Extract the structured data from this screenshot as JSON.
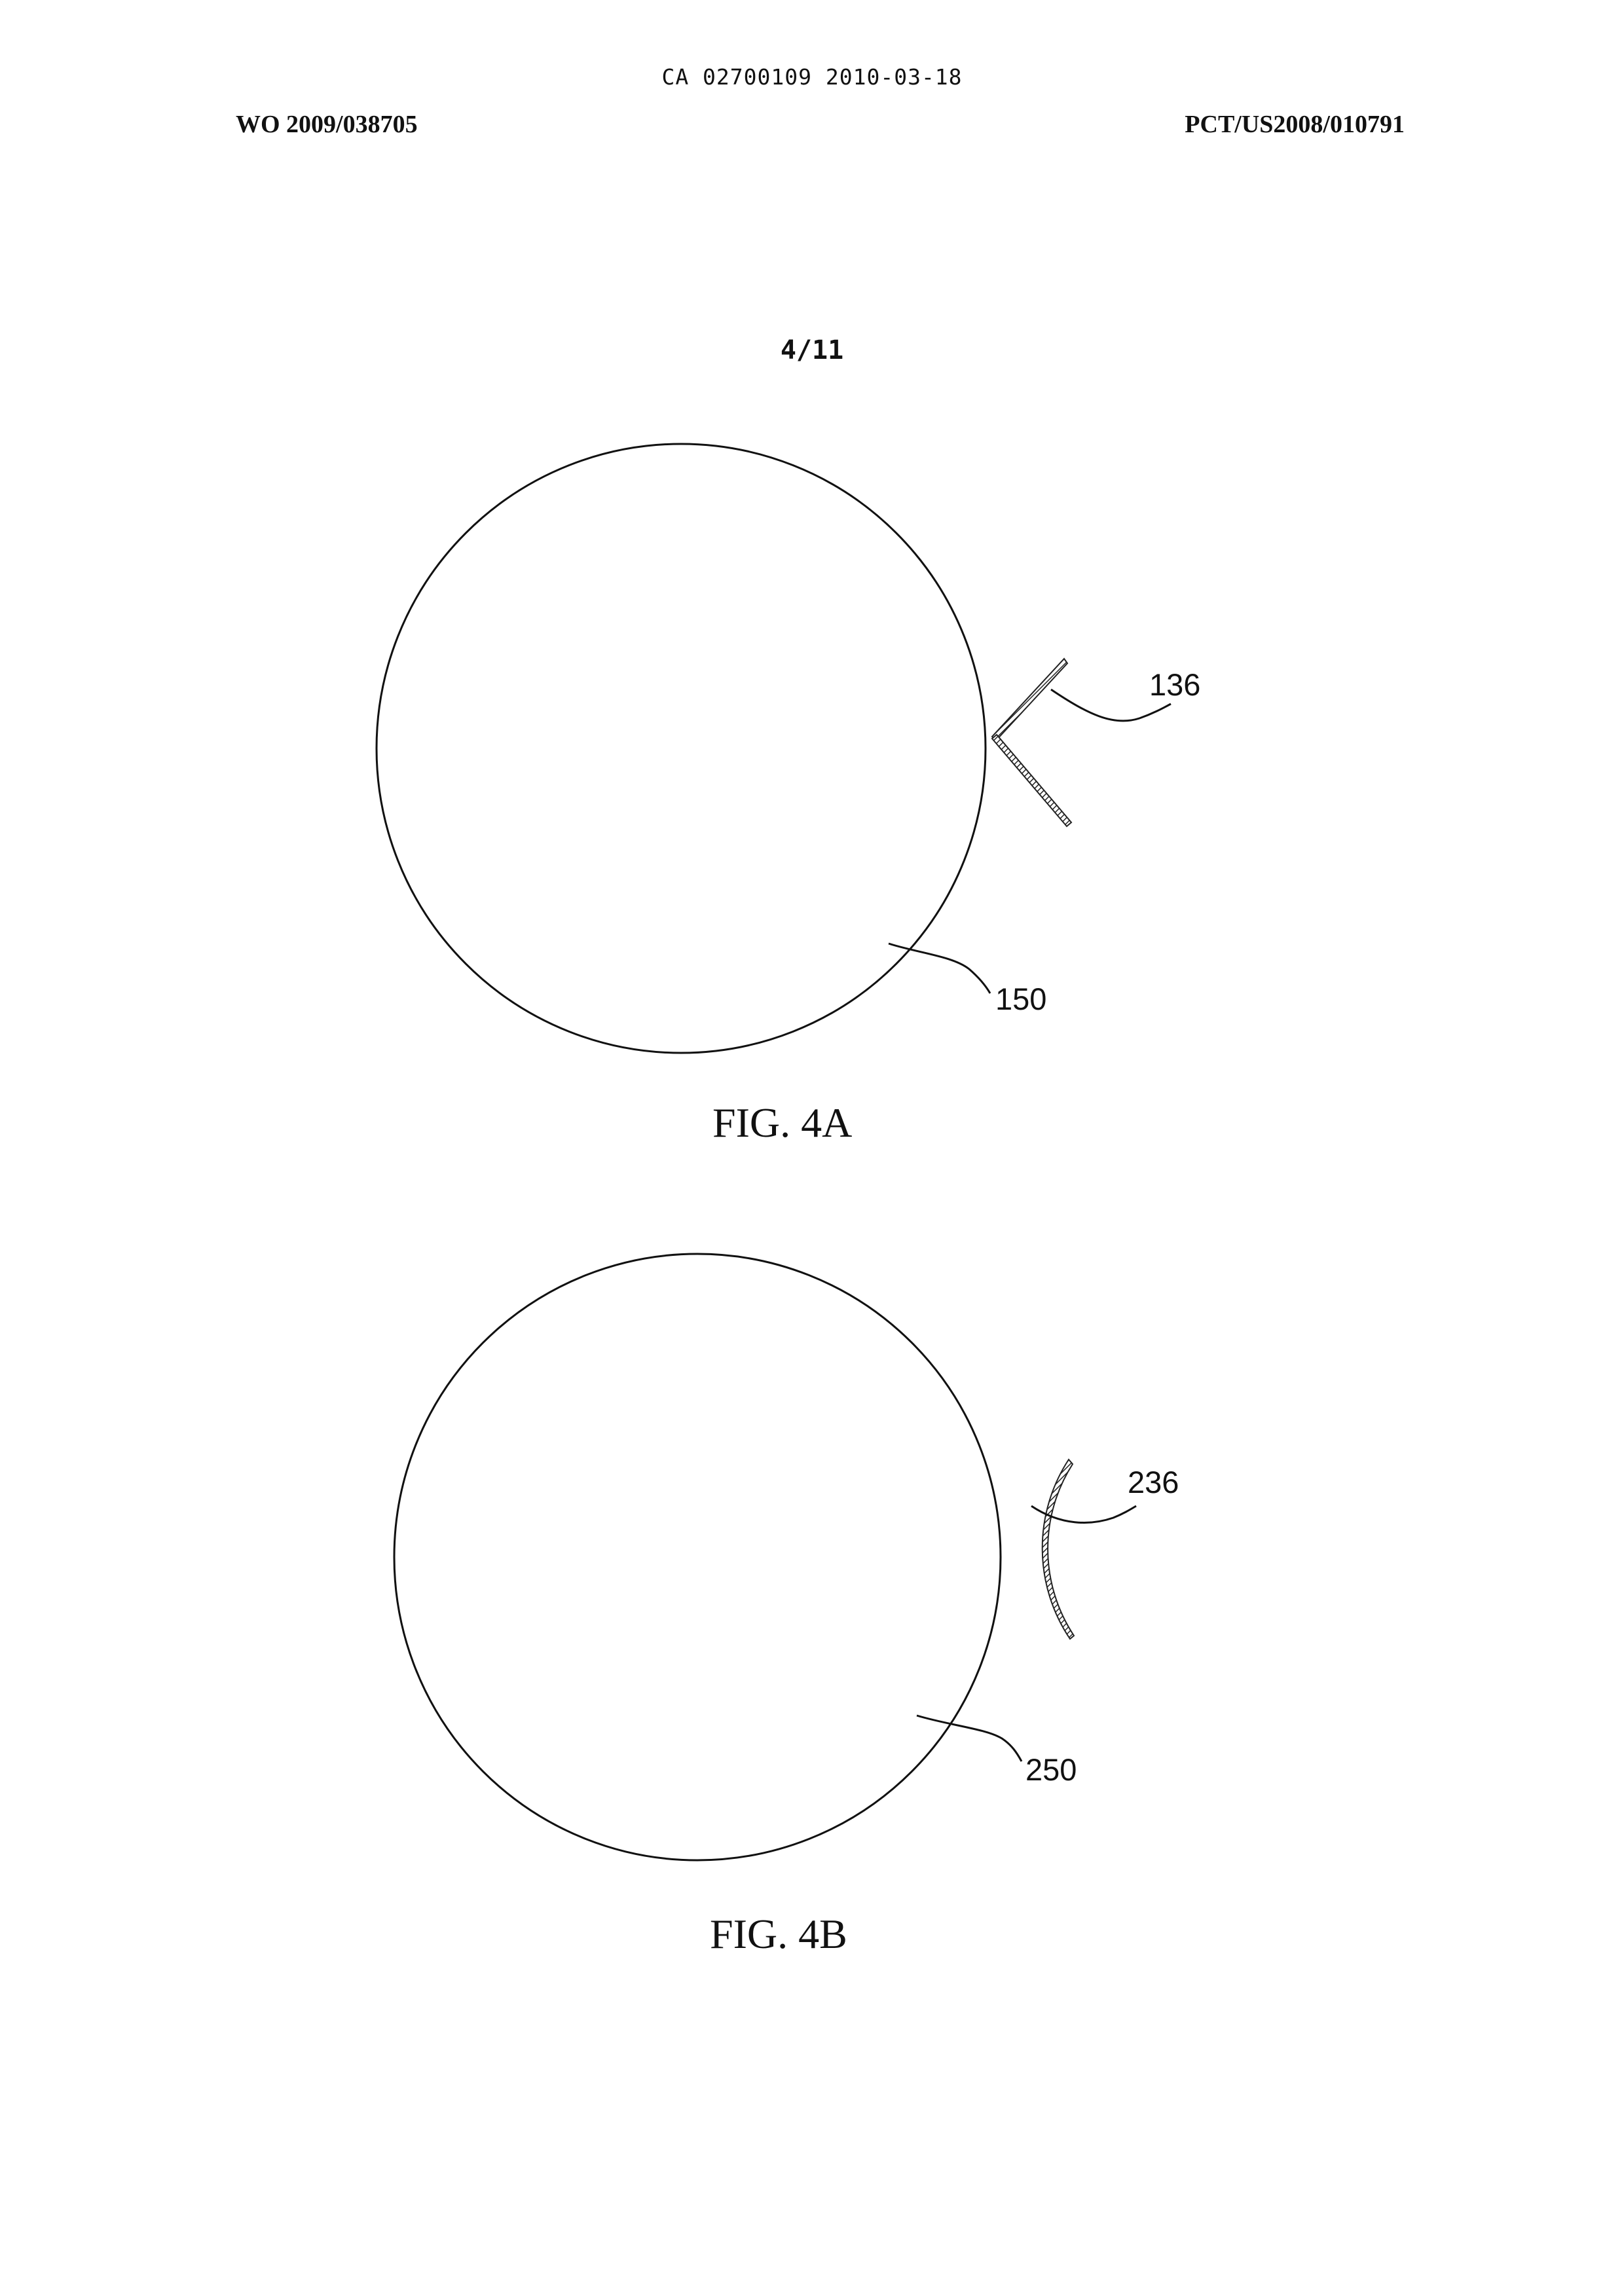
{
  "header": {
    "document_id": "CA 02700109 2010-03-18",
    "publication_number": "WO 2009/038705",
    "application_number": "PCT/US2008/010791"
  },
  "sheet": {
    "page_number": "4/11"
  },
  "figures": [
    {
      "caption": "FIG. 4A",
      "labels": {
        "part": "136",
        "body": "150"
      }
    },
    {
      "caption": "FIG. 4B",
      "labels": {
        "part": "236",
        "body": "250"
      }
    }
  ]
}
